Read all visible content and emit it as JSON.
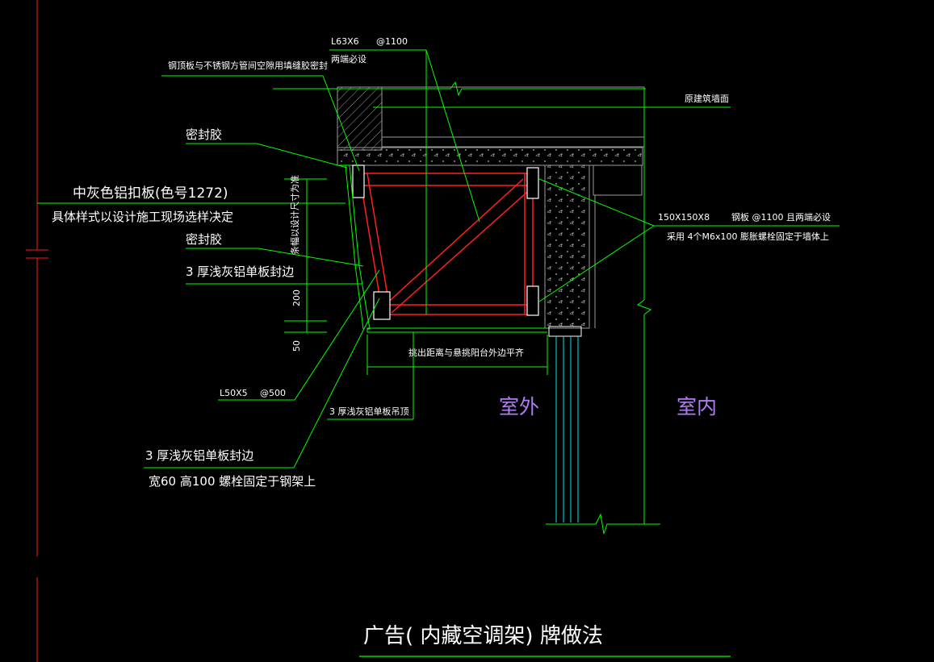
{
  "title": "广告( 内藏空调架) 牌做法",
  "zones": {
    "outside": "室外",
    "inside": "室内"
  },
  "labels": {
    "l63": "L63X6",
    "l63_spacing": "@1100",
    "both_ends": "两端必设",
    "steel_top": "钢顶板与不锈钢方管间空隙用填缝胶密封",
    "original_wall": "原建筑墙面",
    "sealant_1": "密封胶",
    "alu_panel": "中灰色铝扣板(色号1272)",
    "alu_panel_note": "具体样式以设计施工现场选样决定",
    "sealant_2": "密封胶",
    "edge_trim": "3 厚浅灰铝单板封边",
    "plate_size": "150X150X8",
    "plate_spec": "钢板 @1100 且两端必设",
    "anchor_spec": "采用 4个M6x100  膨胀螺栓固定于墙体上",
    "dim_height": "条幅以设计尺寸为准",
    "dim_200": "200",
    "dim_50": "50",
    "projection": "挑出距离与悬挑阳台外边平齐",
    "l50": "L50X5",
    "l50_spacing": "@500",
    "soffit": "3 厚浅灰铝单板吊顶",
    "edge_trim_2": "3 厚浅灰铝单板封边",
    "edge_trim_2_spec": "宽60  高100  螺栓固定于钢架上"
  },
  "colors": {
    "background": "#000000",
    "line": "#00ff00",
    "steel": "#ff2020",
    "concrete": "#9a9a9a",
    "text": "#ffffff",
    "zone_text": "#b07cf0",
    "glass": "#00e5e5",
    "border": "#ff1a1a"
  }
}
